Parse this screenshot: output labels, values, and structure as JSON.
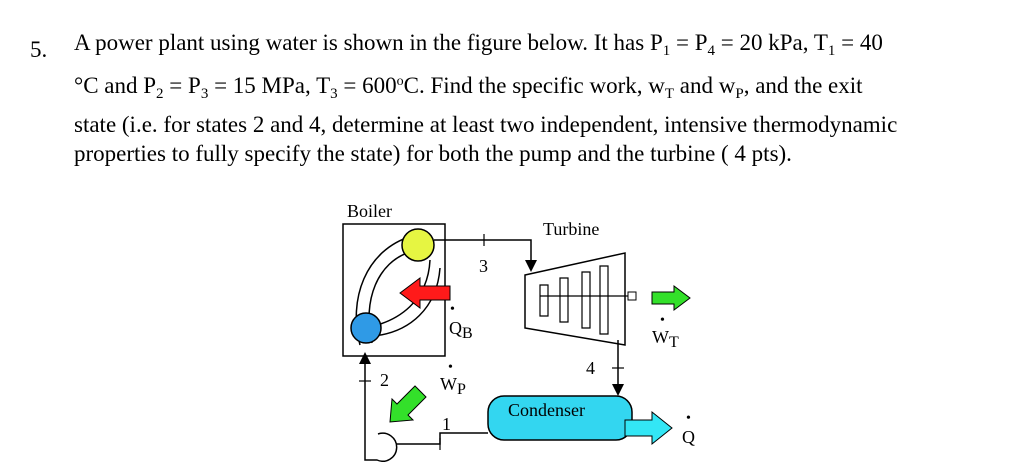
{
  "question": {
    "number": "5.",
    "line1": {
      "a": "A power plant using water is shown in the figure below. It has P",
      "b": "1",
      "c": " = P",
      "d": "4",
      "e": " = 20 kPa, T",
      "f": "1",
      "g": " = 40"
    },
    "line2": {
      "a": "°C and P",
      "b": "2",
      "c": " = P",
      "d": "3",
      "e": " = 15 MPa, T",
      "f": "3",
      "g": " = 600",
      "h": "o",
      "i": "C. Find the specific work, w",
      "j": "T",
      "k": " and w",
      "l": "P",
      "m": ",  and the exit"
    },
    "line3": "state (i.e. for states 2 and 4, determine at least two independent, intensive thermodynamic",
    "line4": "properties to fully specify the state) for both the pump and the turbine ( 4 pts)."
  },
  "figure": {
    "boiler_label": "Boiler",
    "turbine_label": "Turbine",
    "condenser_label": "Condenser",
    "state_labels": {
      "s1": "1",
      "s2": "2",
      "s3": "3",
      "s4": "4"
    },
    "qb": {
      "main": "Q",
      "sub": "B"
    },
    "wp": {
      "main": "W",
      "sub": "P"
    },
    "wt": {
      "main": "W",
      "sub": "T"
    },
    "q_out": "Q",
    "colors": {
      "boiler_top_circle": "#e6f542",
      "boiler_bottom_circle": "#2f9ae6",
      "heat_arrow": "#ff1a1a",
      "work_arrows": "#33e02a",
      "condenser": "#33d6f0",
      "q_out_arrow": "#33e6f5"
    }
  }
}
